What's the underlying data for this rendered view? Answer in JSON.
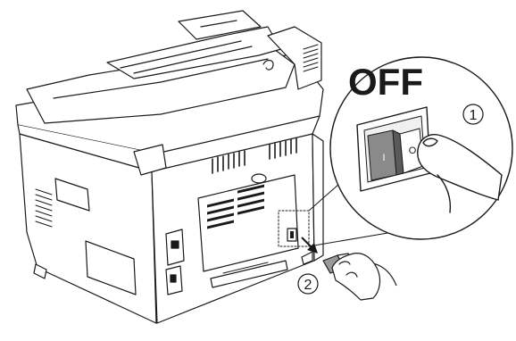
{
  "callout": {
    "state_label": "OFF"
  },
  "steps": [
    {
      "number": "1"
    },
    {
      "number": "2"
    }
  ],
  "switch": {
    "mark_on": "I",
    "mark_off": "O"
  },
  "colors": {
    "line": "#1a1a1a",
    "switch_rocker": "#8a8a8a",
    "switch_rocker_dark": "#5a5a5a",
    "background": "#ffffff"
  },
  "icons": {
    "step1": "circled-digit-one",
    "step2": "circled-digit-two",
    "power_switch": "rocker-switch-icon",
    "power_cord": "power-plug-icon",
    "unplug_arrow": "arrow-down-right-icon"
  }
}
